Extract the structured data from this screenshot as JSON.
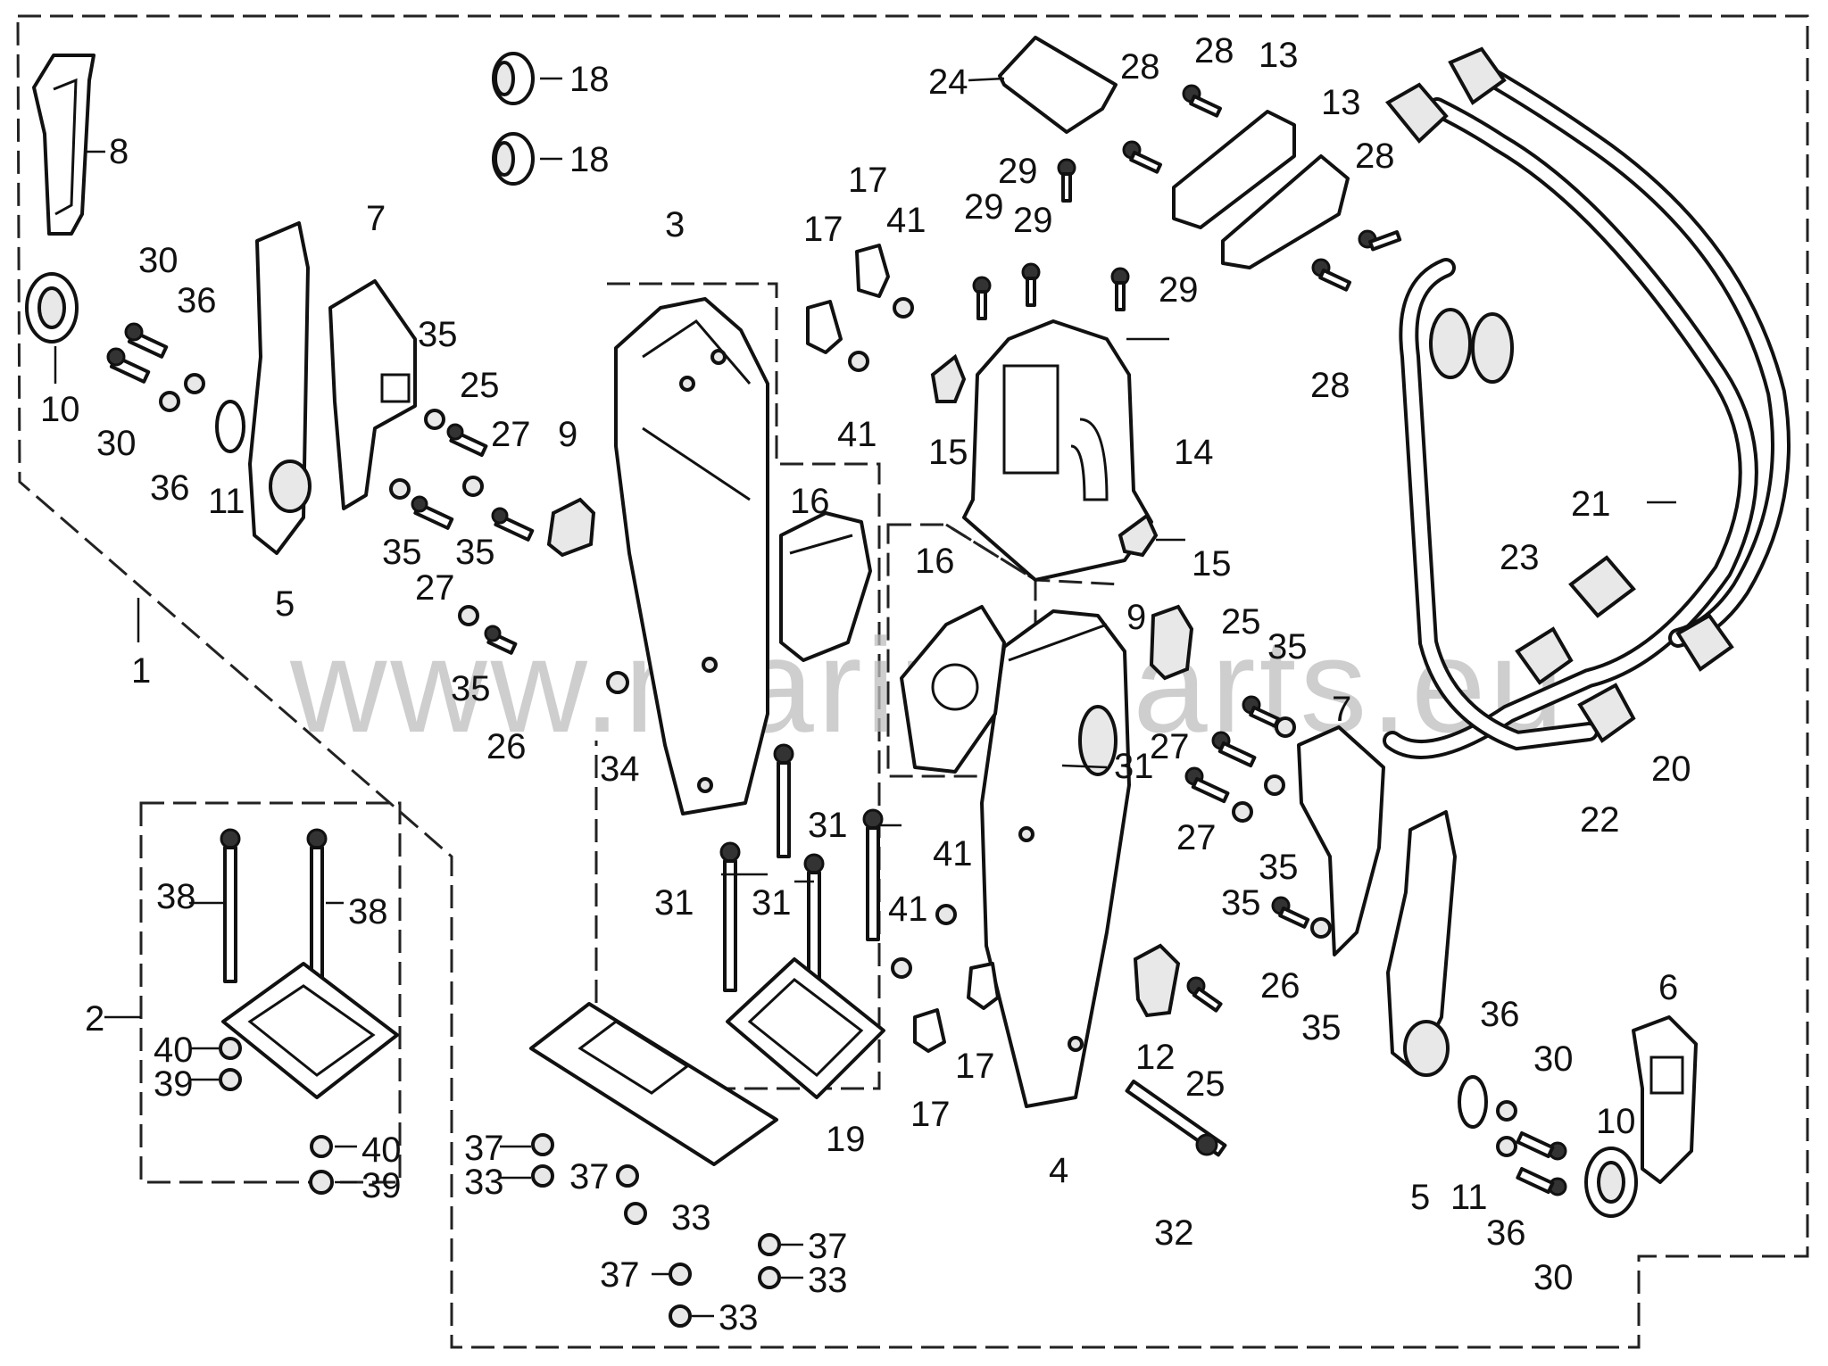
{
  "watermark": "www.marineparts.eu",
  "callouts": [
    {
      "id": "c1",
      "text": "8"
    },
    {
      "id": "c2",
      "text": "10"
    },
    {
      "id": "c3",
      "text": "30"
    },
    {
      "id": "c4",
      "text": "36"
    },
    {
      "id": "c5",
      "text": "30"
    },
    {
      "id": "c6",
      "text": "36"
    },
    {
      "id": "c7",
      "text": "11"
    },
    {
      "id": "c8",
      "text": "5"
    },
    {
      "id": "c9",
      "text": "7"
    },
    {
      "id": "c10",
      "text": "35"
    },
    {
      "id": "c11",
      "text": "25"
    },
    {
      "id": "c12",
      "text": "27"
    },
    {
      "id": "c13",
      "text": "35"
    },
    {
      "id": "c14",
      "text": "27"
    },
    {
      "id": "c15",
      "text": "35"
    },
    {
      "id": "c16",
      "text": "35"
    },
    {
      "id": "c17",
      "text": "26"
    },
    {
      "id": "c18",
      "text": "9"
    },
    {
      "id": "c19",
      "text": "1"
    },
    {
      "id": "c20",
      "text": "18"
    },
    {
      "id": "c21",
      "text": "18"
    },
    {
      "id": "c22",
      "text": "3"
    },
    {
      "id": "c23",
      "text": "34"
    },
    {
      "id": "c24",
      "text": "17"
    },
    {
      "id": "c25",
      "text": "17"
    },
    {
      "id": "c26",
      "text": "41"
    },
    {
      "id": "c27",
      "text": "41"
    },
    {
      "id": "c28",
      "text": "16"
    },
    {
      "id": "c29",
      "text": "16"
    },
    {
      "id": "c30",
      "text": "31"
    },
    {
      "id": "c31",
      "text": "31"
    },
    {
      "id": "c32",
      "text": "31"
    },
    {
      "id": "c33",
      "text": "31"
    },
    {
      "id": "c34",
      "text": "41"
    },
    {
      "id": "c35",
      "text": "41"
    },
    {
      "id": "c36",
      "text": "17"
    },
    {
      "id": "c37",
      "text": "17"
    },
    {
      "id": "c38",
      "text": "19"
    },
    {
      "id": "c39",
      "text": "24"
    },
    {
      "id": "c40",
      "text": "28"
    },
    {
      "id": "c41",
      "text": "29"
    },
    {
      "id": "c42",
      "text": "29"
    },
    {
      "id": "c43",
      "text": "29"
    },
    {
      "id": "c44",
      "text": "29"
    },
    {
      "id": "c45",
      "text": "15"
    },
    {
      "id": "c46",
      "text": "14"
    },
    {
      "id": "c47",
      "text": "15"
    },
    {
      "id": "c48",
      "text": "28"
    },
    {
      "id": "c49",
      "text": "13"
    },
    {
      "id": "c50",
      "text": "13"
    },
    {
      "id": "c51",
      "text": "28"
    },
    {
      "id": "c52",
      "text": "28"
    },
    {
      "id": "c53",
      "text": "21"
    },
    {
      "id": "c54",
      "text": "23"
    },
    {
      "id": "c55",
      "text": "20"
    },
    {
      "id": "c56",
      "text": "22"
    },
    {
      "id": "c57",
      "text": "9"
    },
    {
      "id": "c58",
      "text": "25"
    },
    {
      "id": "c59",
      "text": "35"
    },
    {
      "id": "c60",
      "text": "7"
    },
    {
      "id": "c61",
      "text": "27"
    },
    {
      "id": "c62",
      "text": "27"
    },
    {
      "id": "c63",
      "text": "35"
    },
    {
      "id": "c64",
      "text": "35"
    },
    {
      "id": "c65",
      "text": "26"
    },
    {
      "id": "c66",
      "text": "35"
    },
    {
      "id": "c67",
      "text": "12"
    },
    {
      "id": "c68",
      "text": "25"
    },
    {
      "id": "c69",
      "text": "4"
    },
    {
      "id": "c70",
      "text": "32"
    },
    {
      "id": "c71",
      "text": "6"
    },
    {
      "id": "c72",
      "text": "36"
    },
    {
      "id": "c73",
      "text": "30"
    },
    {
      "id": "c74",
      "text": "10"
    },
    {
      "id": "c75",
      "text": "5"
    },
    {
      "id": "c76",
      "text": "11"
    },
    {
      "id": "c77",
      "text": "36"
    },
    {
      "id": "c78",
      "text": "30"
    },
    {
      "id": "c79",
      "text": "2"
    },
    {
      "id": "c80",
      "text": "38"
    },
    {
      "id": "c81",
      "text": "38"
    },
    {
      "id": "c82",
      "text": "40"
    },
    {
      "id": "c83",
      "text": "39"
    },
    {
      "id": "c84",
      "text": "40"
    },
    {
      "id": "c85",
      "text": "39"
    },
    {
      "id": "c86",
      "text": "37"
    },
    {
      "id": "c87",
      "text": "33"
    },
    {
      "id": "c88",
      "text": "37"
    },
    {
      "id": "c89",
      "text": "33"
    },
    {
      "id": "c90",
      "text": "37"
    },
    {
      "id": "c91",
      "text": "33"
    },
    {
      "id": "c92",
      "text": "37"
    },
    {
      "id": "c93",
      "text": "33"
    }
  ]
}
